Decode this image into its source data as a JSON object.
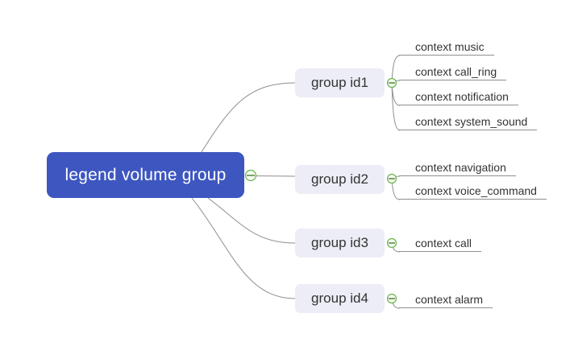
{
  "diagram": {
    "root": {
      "label": "legend volume group"
    },
    "groups": [
      {
        "label": "group id1",
        "children": [
          {
            "label": "context music"
          },
          {
            "label": "context call_ring"
          },
          {
            "label": "context notification"
          },
          {
            "label": "context system_sound"
          }
        ]
      },
      {
        "label": "group id2",
        "children": [
          {
            "label": "context navigation"
          },
          {
            "label": "context voice_command"
          }
        ]
      },
      {
        "label": "group id3",
        "children": [
          {
            "label": "context call"
          }
        ]
      },
      {
        "label": "group id4",
        "children": [
          {
            "label": "context alarm"
          }
        ]
      }
    ],
    "expander": {
      "icon": "minus-circle",
      "state": "expanded"
    }
  },
  "colors": {
    "canvas_bg": "#ffffff",
    "root_bg": "#3d56c0",
    "root_text": "#ffffff",
    "group_bg": "#ecedf6",
    "node_text": "#333333",
    "line": "#8f8f8f",
    "expander_border": "#6ab34e",
    "expander_fill": "#f5fbf2",
    "expander_minus": "#47802f"
  }
}
